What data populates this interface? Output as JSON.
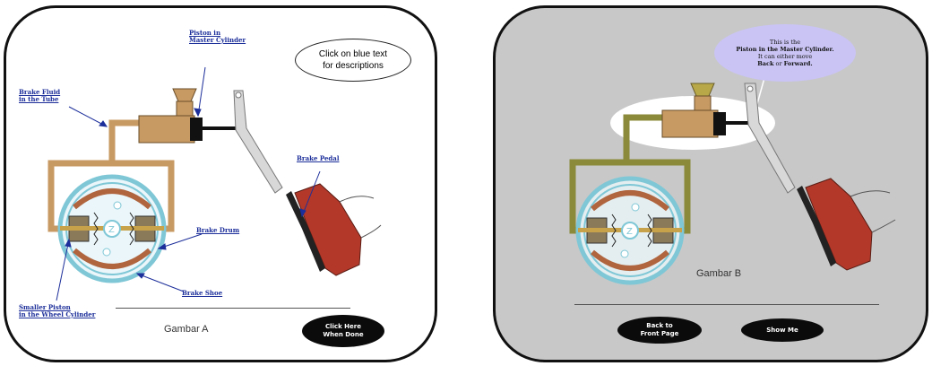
{
  "panel_a": {
    "labels": {
      "piston_master": "Piston in\nMaster Cylinder",
      "brake_fluid": "Brake Fluid\nin the Tube",
      "brake_pedal": "Brake Pedal",
      "brake_drum": "Brake Drum",
      "brake_shoe": "Brake Shoe",
      "smaller_piston": "Smaller Piston\nin the Wheel Cylinder"
    },
    "note": "Click on blue text\nfor descriptions",
    "caption": "Gambar A",
    "done_button": "Click Here\nWhen Done"
  },
  "panel_b": {
    "bubble": {
      "line1": "This is the",
      "line2": "Piston in the Master Cylinder.",
      "line3": "It can either move",
      "line4_a": "Back",
      "line4_b": " or ",
      "line4_c": "Forward."
    },
    "caption": "Gambar B",
    "back_button": "Back to\nFront Page",
    "show_button": "Show Me"
  },
  "colors": {
    "tube": "#c89a63",
    "tube_dark": "#8a6a3e",
    "drum": "#7fc7d6",
    "shoe": "#b0653f",
    "shoe_red": "#b3382a",
    "link_blue": "#1d2f9a",
    "panel_b_bg": "#c8c8c8",
    "bubble": "#c9c4f4"
  }
}
